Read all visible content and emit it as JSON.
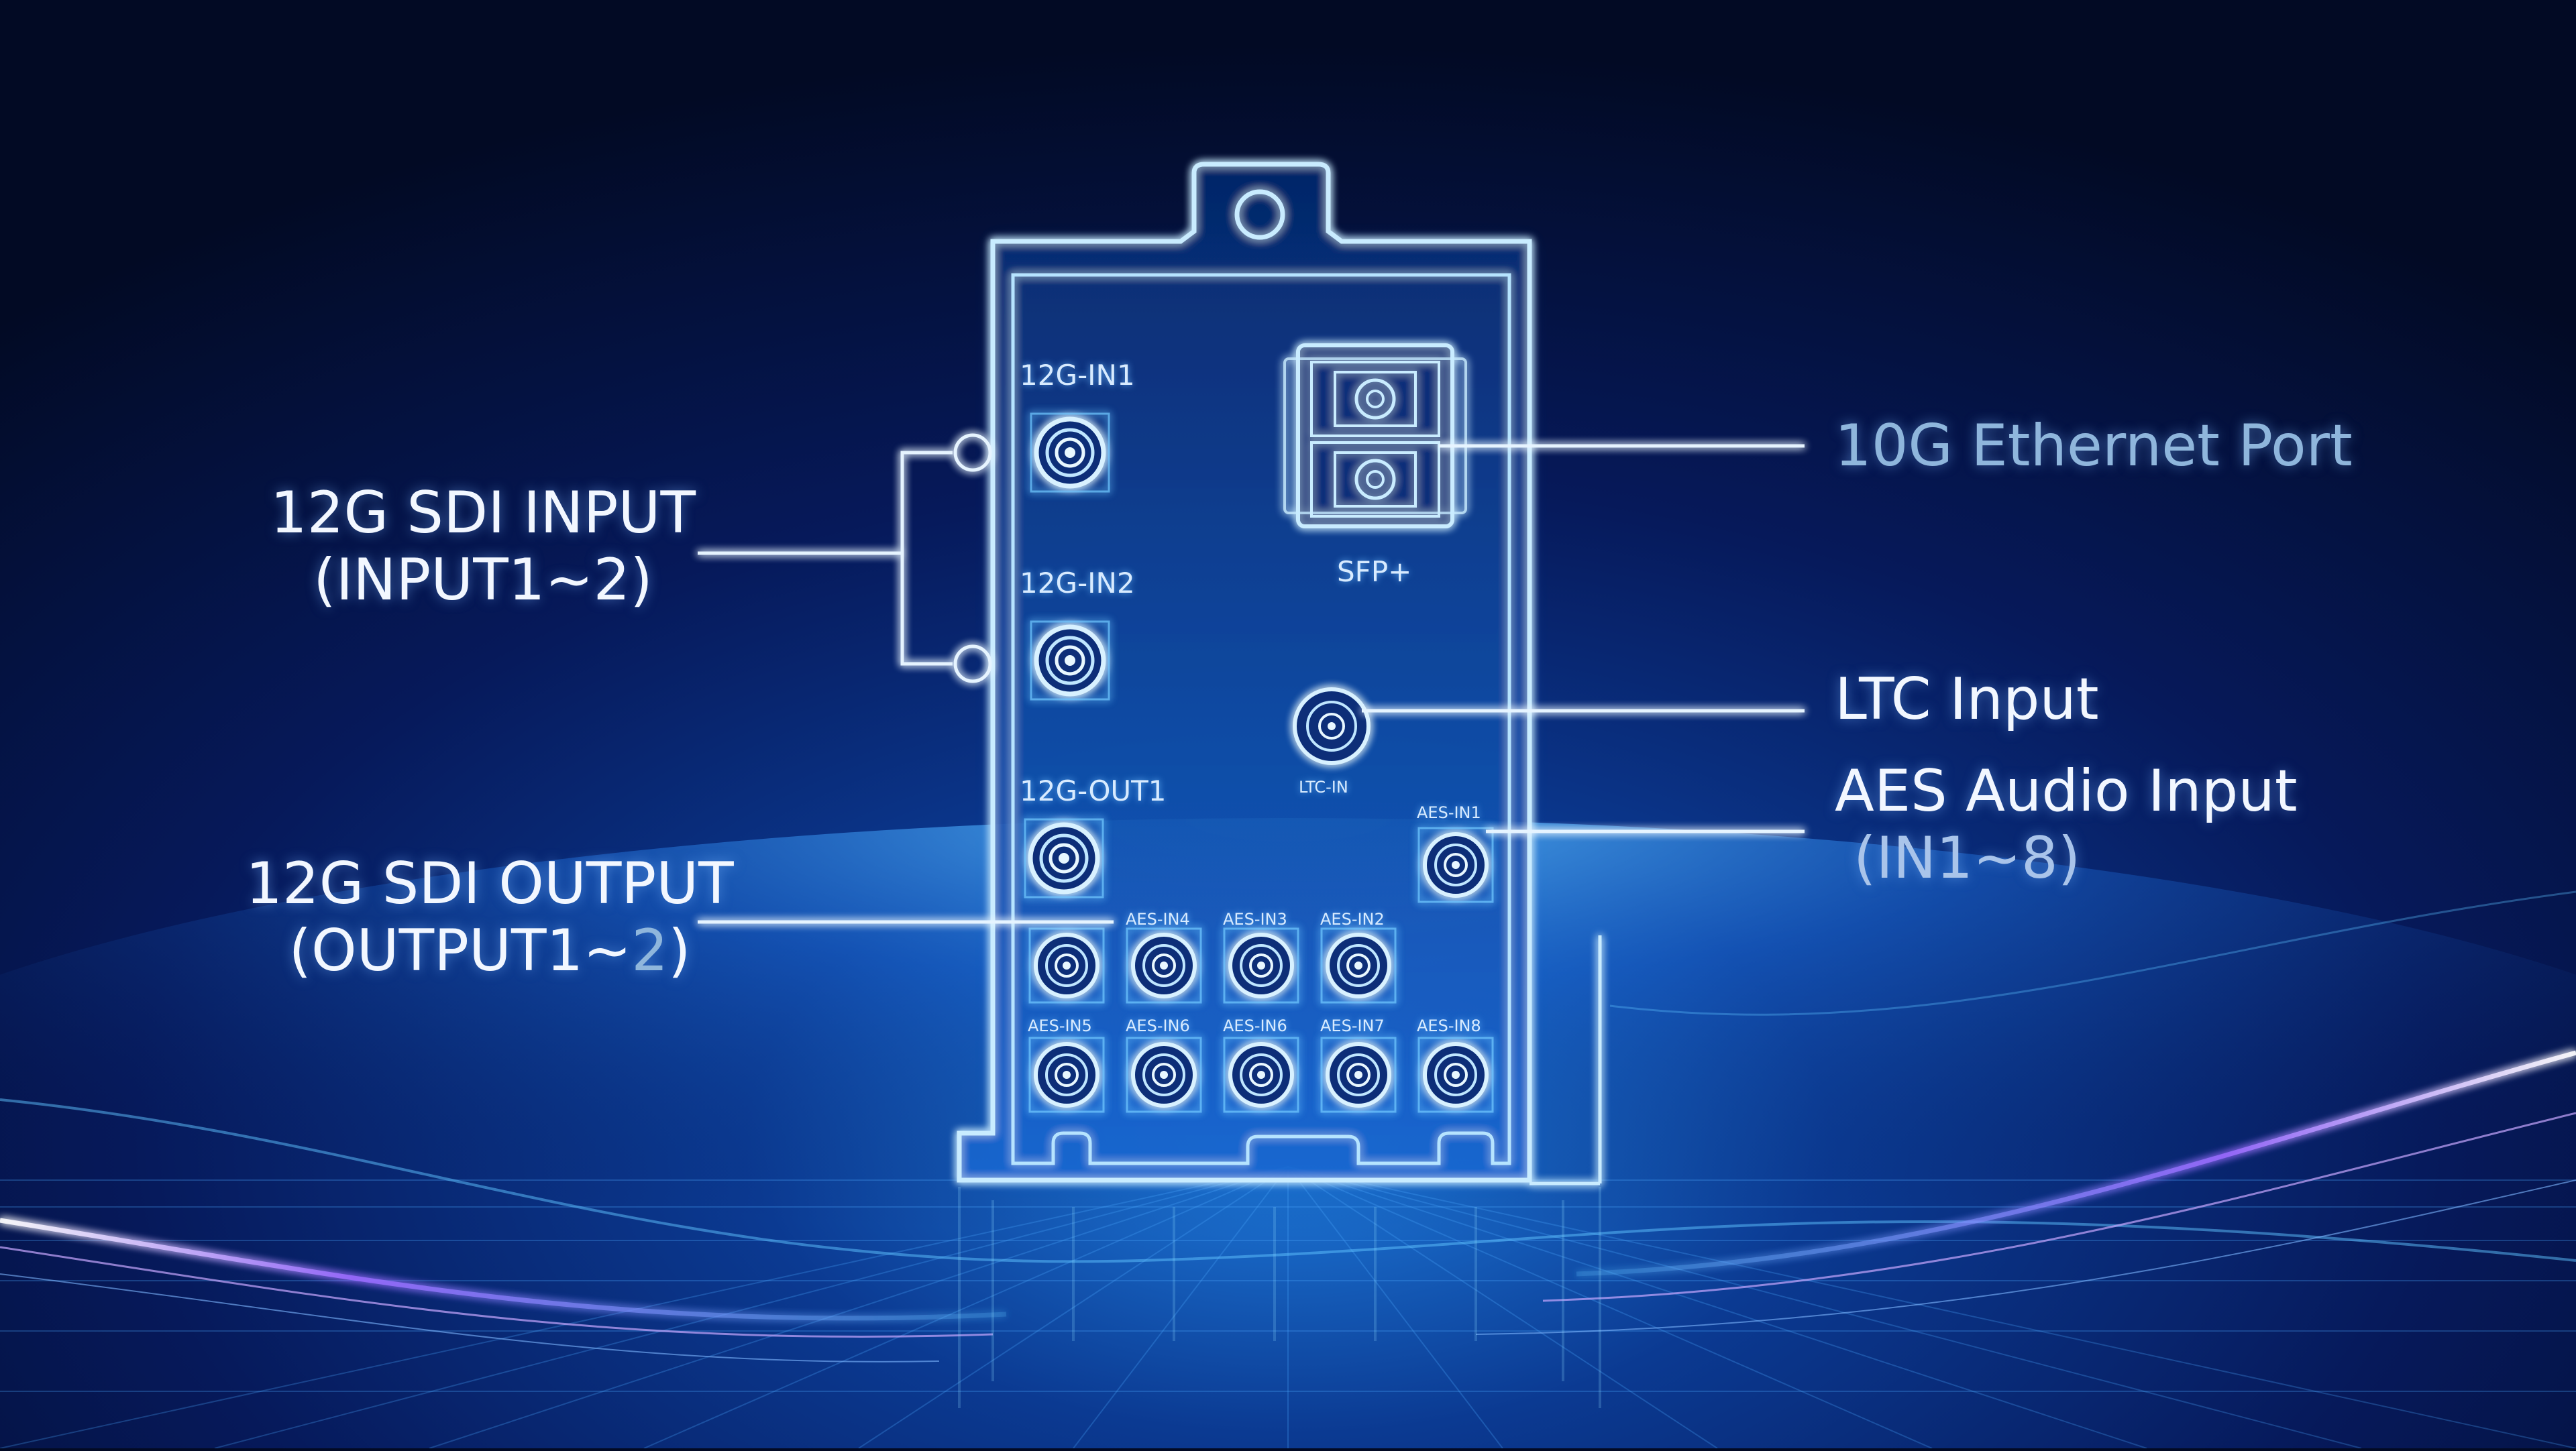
{
  "callouts": {
    "sdi_input": {
      "line1": "12G SDI INPUT",
      "line2": "(INPUT1~2)"
    },
    "sdi_output": {
      "line1": "12G SDI OUTPUT",
      "line2_main": "(OUTPUT1~",
      "line2_accent": "2",
      "line2_end": ")"
    },
    "ethernet": "10G Ethernet Port",
    "ltc": "LTC Input",
    "aes": {
      "line1": "AES Audio Input",
      "line2": "(IN1~8)"
    }
  },
  "board_labels": {
    "in1": "12G-IN1",
    "in2": "12G-IN2",
    "out1": "12G-OUT1",
    "sfp": "SFP+",
    "ltc": "LTC-IN",
    "aes_in1": "AES-IN1",
    "aes_row1": [
      "AES-IN4",
      "AES-IN3",
      "AES-IN2"
    ],
    "aes_row2": [
      "AES-IN5",
      "AES-IN6",
      "AES-IN6",
      "AES-IN7",
      "AES-IN8"
    ]
  },
  "colors": {
    "background": "#020a24",
    "glow": "#5fc4ff",
    "outline": "#c9ecff",
    "wave_purple": "#9b6bff",
    "label_white": "#f2f7ff",
    "label_dim": "#a9c4ea"
  }
}
